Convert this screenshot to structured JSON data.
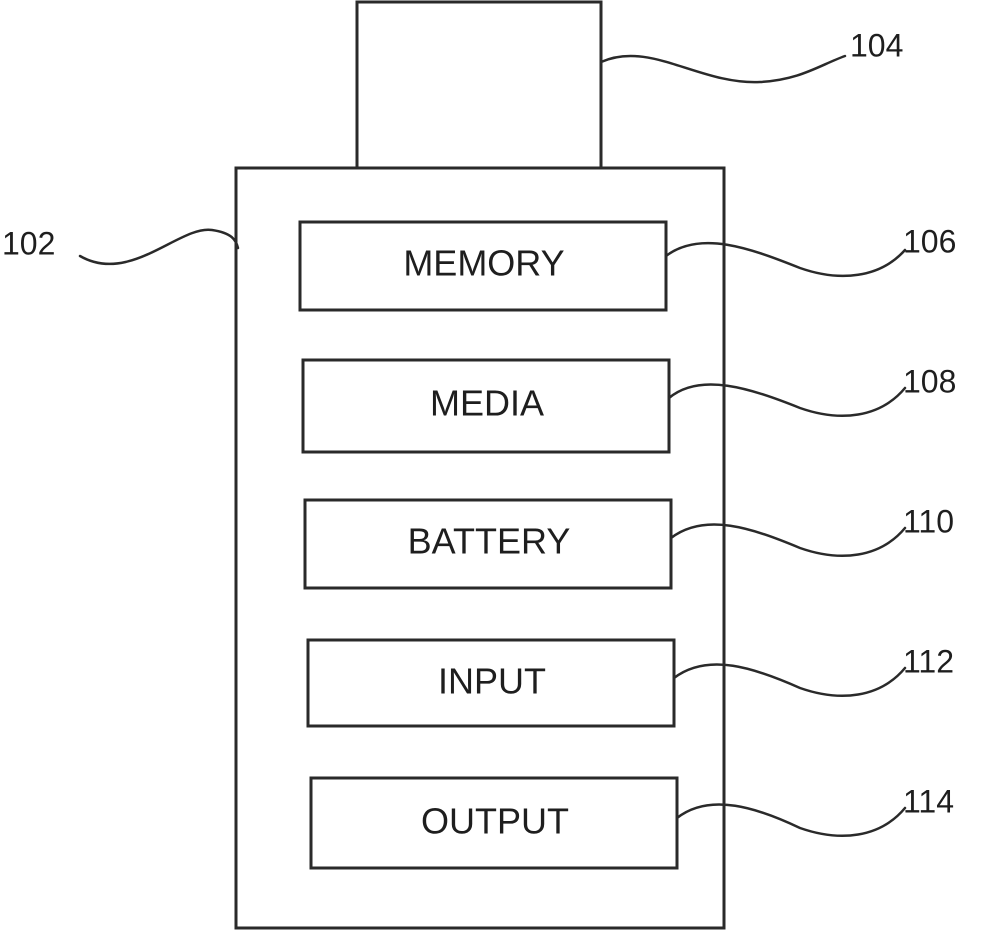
{
  "diagram": {
    "device": {
      "ref_body": "102",
      "ref_top": "104"
    },
    "components": [
      {
        "label": "MEMORY",
        "ref": "106"
      },
      {
        "label": "MEDIA",
        "ref": "108"
      },
      {
        "label": "BATTERY",
        "ref": "110"
      },
      {
        "label": "INPUT",
        "ref": "112"
      },
      {
        "label": "OUTPUT",
        "ref": "114"
      }
    ]
  }
}
